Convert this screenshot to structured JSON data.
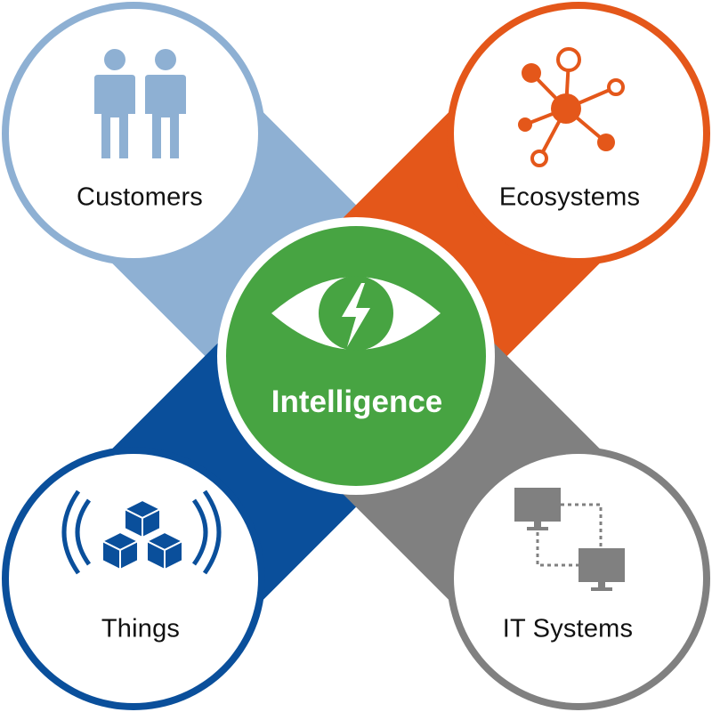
{
  "center": {
    "label": "Intelligence",
    "color": "#47a442",
    "icon": "eye-lightning-icon"
  },
  "nodes": [
    {
      "key": "customers",
      "label": "Customers",
      "color": "#8eb0d3",
      "icon": "people-icon"
    },
    {
      "key": "ecosystems",
      "label": "Ecosystems",
      "color": "#e4571a",
      "icon": "network-icon"
    },
    {
      "key": "things",
      "label": "Things",
      "color": "#0a4f9b",
      "icon": "cubes-signal-icon"
    },
    {
      "key": "it_systems",
      "label": "IT Systems",
      "color": "#808080",
      "icon": "connected-computers-icon"
    }
  ]
}
